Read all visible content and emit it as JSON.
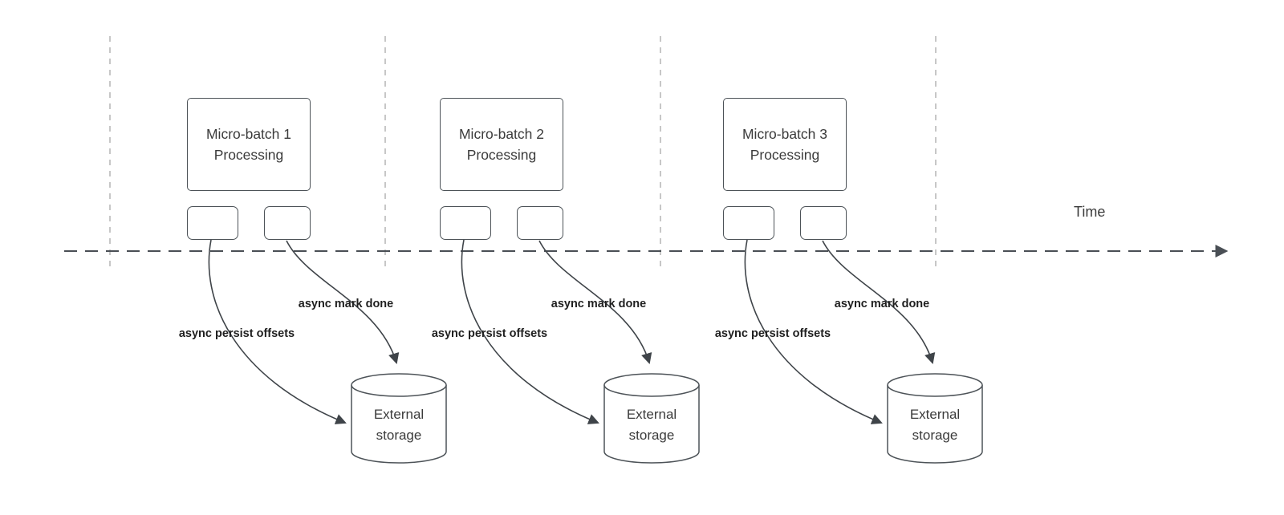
{
  "diagram": {
    "time_label": "Time",
    "colors": {
      "background": "#ffffff",
      "shape_stroke": "#4d5358",
      "guide_dashed": "#b9b9b9",
      "text": "#3b3b3b",
      "bold_label_text": "#1f1f1f"
    },
    "batches": [
      {
        "box_line1": "Micro-batch 1",
        "box_line2": "Processing",
        "persist_label": "async persist offsets",
        "mark_done_label": "async mark done",
        "storage_line1": "External",
        "storage_line2": "storage"
      },
      {
        "box_line1": "Micro-batch 2",
        "box_line2": "Processing",
        "persist_label": "async persist offsets",
        "mark_done_label": "async mark done",
        "storage_line1": "External",
        "storage_line2": "storage"
      },
      {
        "box_line1": "Micro-batch 3",
        "box_line2": "Processing",
        "persist_label": "async persist offsets",
        "mark_done_label": "async mark done",
        "storage_line1": "External",
        "storage_line2": "storage"
      }
    ]
  }
}
